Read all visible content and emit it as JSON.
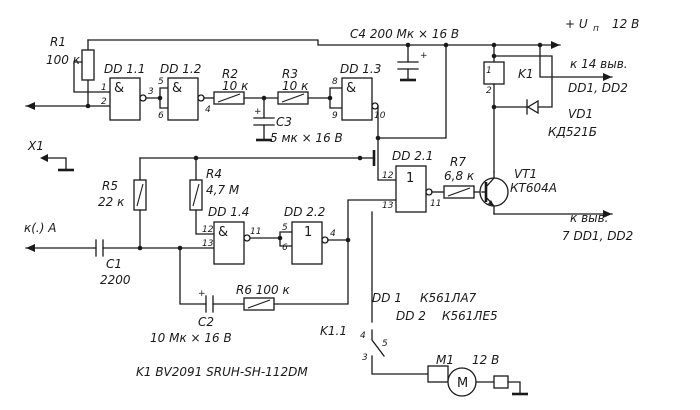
{
  "labels": {
    "r1": "R1",
    "r1_val": "100 к",
    "dd11": "DD 1.1",
    "dd12": "DD 1.2",
    "dd13": "DD 1.3",
    "dd14": "DD 1.4",
    "dd21": "DD 2.1",
    "dd22": "DD 2.2",
    "r2": "R2",
    "r2_val": "10 к",
    "r3": "R3",
    "r3_val": "10 к",
    "c3": "C3",
    "c3_val": "5 мк × 16 В",
    "c4": "C4 200 Мк × 16 В",
    "vplus": "+ U",
    "vplus_sub": "п",
    "vplus_val": "12 В",
    "k1": "K1",
    "pin14": "к 14 выв.",
    "pin14b": "DD1, DD2",
    "vd1": "VD1",
    "vd1_val": "КД521Б",
    "x1": "X1",
    "r4": "R4",
    "r4_val": "4,7 М",
    "r5": "R5",
    "r5_val": "22 к",
    "r7": "R7",
    "r7_val": "6,8 к",
    "vt1": "VT1",
    "vt1_val": "КТ604А",
    "pin7": "к выв.",
    "pin7b": "7 DD1, DD2",
    "input_a": "к(.) A",
    "c1": "C1",
    "c1_val": "2200",
    "r6": "R6 100 к",
    "c2": "C2",
    "c2_val": "10 Мк × 16 В",
    "dd1_type": "DD 1",
    "dd1_part": "К561ЛА7",
    "dd2_type": "DD 2",
    "dd2_part": "К561ЛЕ5",
    "k11": "K1.1",
    "sw_pin4": "4",
    "sw_pin3": "3",
    "sw_pin5": "5",
    "m1": "M1",
    "m1_val": "12 В",
    "m1_sym": "M",
    "relay_note": "K1 BV2091 SRUH-SH-112DM",
    "amp": "&",
    "one": "1",
    "plus": "+",
    "pins": {
      "p1": "1",
      "p2": "2",
      "p3": "3",
      "p5": "5",
      "p6": "6",
      "p4": "4",
      "p8": "8",
      "p9": "9",
      "p10": "10",
      "k1p1": "1",
      "k1p2": "2",
      "p12": "12",
      "p13": "13",
      "p11": "11",
      "p12b": "12",
      "p13b": "13",
      "p11b": "11",
      "p5b": "5",
      "p6b": "6",
      "p4b": "4"
    }
  }
}
